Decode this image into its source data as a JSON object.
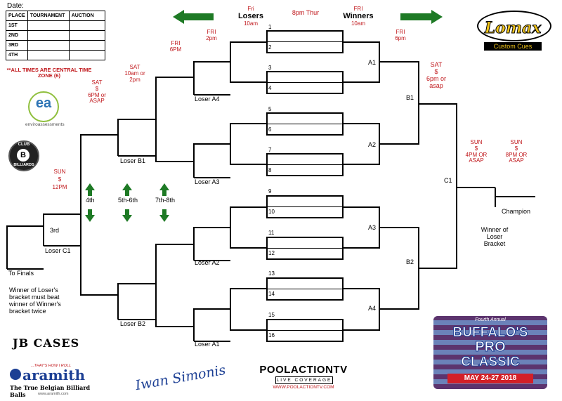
{
  "header": {
    "date_label": "Date:",
    "losers": "Losers",
    "losers_time": "10am",
    "losers_day": "Fri",
    "winners": "Winners",
    "winners_time": "10am",
    "winners_day": "FRI",
    "center_time": "8pm Thur"
  },
  "places_table": {
    "columns": [
      "PLACE",
      "TOURNAMENT",
      "AUCTION"
    ],
    "rows": [
      "1ST",
      "2ND",
      "3RD",
      "4TH"
    ]
  },
  "timezone_note": "**ALL TIMES ARE CENTRAL TIME ZONE (6)",
  "schedule": {
    "fri_2pm": [
      "FRI",
      "2pm"
    ],
    "fri_6pm_left": [
      "FRI",
      "6PM"
    ],
    "fri_6pm_right": [
      "FRI",
      "6pm"
    ],
    "sat_10am": [
      "SAT",
      "10am or",
      "2pm"
    ],
    "sat_6pm_asap_left": [
      "SAT",
      "$",
      "6PM or",
      "ASAP"
    ],
    "sat_6pm_asap_right": [
      "SAT",
      "$",
      "6pm or",
      "asap"
    ],
    "sun_12pm": [
      "SUN",
      "$",
      "12PM"
    ],
    "sun_4pm": [
      "SUN",
      "$",
      "4PM OR",
      "ASAP"
    ],
    "sun_8pm": [
      "SUN",
      "$",
      "8PM OR",
      "ASAP"
    ]
  },
  "slots": [
    "1",
    "2",
    "3",
    "4",
    "5",
    "6",
    "7",
    "8",
    "9",
    "10",
    "11",
    "12",
    "13",
    "14",
    "15",
    "16"
  ],
  "winners_labels": {
    "a1": "A1",
    "a2": "A2",
    "a3": "A3",
    "a4": "A4",
    "b1": "B1",
    "b2": "B2",
    "c1": "C1"
  },
  "losers_labels": {
    "la4": "Loser A4",
    "la3": "Loser A3",
    "la2": "Loser A2",
    "la1": "Loser A1",
    "lb1": "Loser B1",
    "lb2": "Loser B2",
    "lc1": "Loser C1"
  },
  "places": {
    "fourth": "4th",
    "fifth_sixth": "5th-6th",
    "seventh_eighth": "7th-8th",
    "third": "3rd"
  },
  "finals": {
    "to_finals": "To Finals",
    "champion": "Champion",
    "winner_loser_bracket": [
      "Winner of",
      "Loser",
      "Bracket"
    ],
    "rule_note": [
      "Winner of Loser's",
      "bracket must beat",
      "winner of Winner's",
      "bracket twice"
    ]
  },
  "sponsors": {
    "lomax": "Lomax",
    "lomax_sub": "Custom Cues",
    "enviro_mark": "ea",
    "enviro_text": "enviroassessments",
    "club_billiards": [
      "CLUB",
      "B",
      "BILLIARDS"
    ],
    "jb_cases": "JB CASES",
    "aramith": "aramith",
    "aramith_tag": "...THAT'S HOW I ROLL",
    "aramith_sub": "The True Belgian Billiard Balls",
    "aramith_url": "www.aramith.com",
    "simonis": "Iwan Simonis",
    "poolaction": "POOLACTIONTV",
    "poolaction_sub": "LIVE COVERAGE",
    "poolaction_url": "WWW.POOLACTIONTV.COM",
    "buffalo_top": "Fourth Annual",
    "buffalo_1": "BUFFALO'S",
    "buffalo_2": "PRO",
    "buffalo_3": "CLASSIC",
    "buffalo_date": "MAY 24-27 2018"
  },
  "colors": {
    "arrow_green": "#1e7a25",
    "schedule_red": "#c0171b",
    "lomax_gold": "#f0c419",
    "buffalo_blue": "#1c3f94",
    "buffalo_red": "#d32027"
  }
}
